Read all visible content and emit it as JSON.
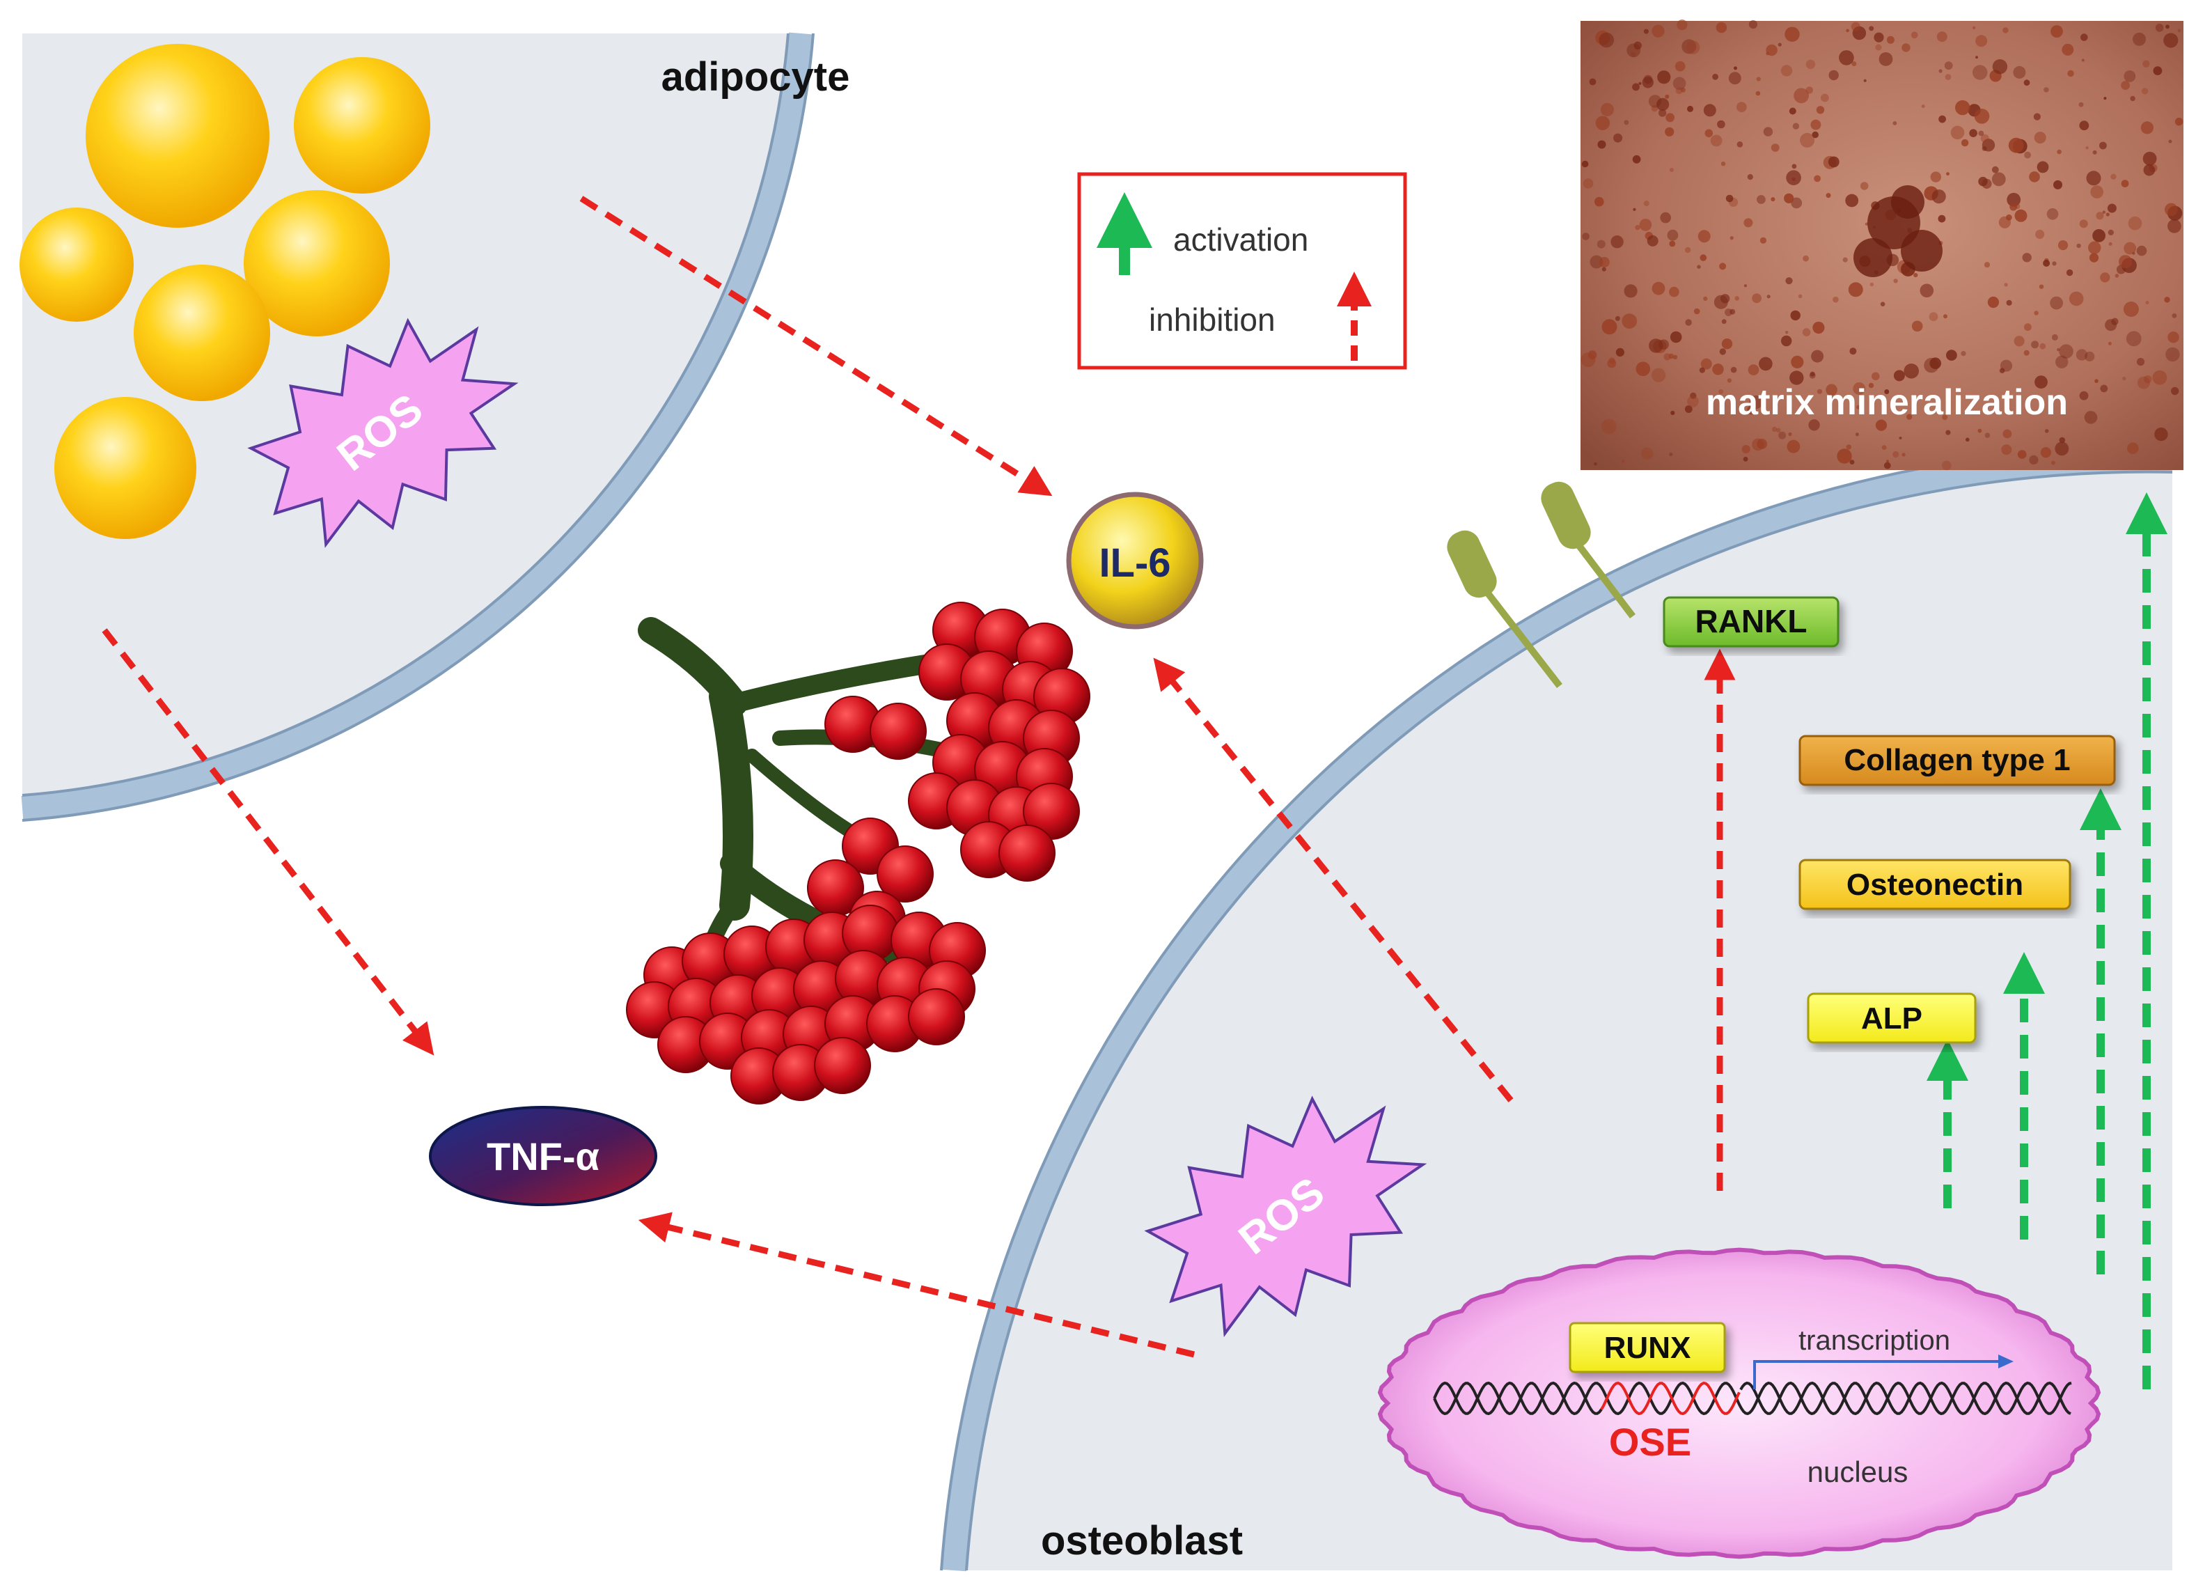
{
  "cells": {
    "adipocyte_label": "adipocyte",
    "osteoblast_label": "osteoblast"
  },
  "legend": {
    "activation": "activation",
    "inhibition": "inhibition",
    "activation_color": "#1db954",
    "inhibition_color": "#e8231f"
  },
  "molecules": {
    "ros": "ROS",
    "il6": "IL-6",
    "tnf": "TNF-α",
    "rankl": "RANKL",
    "collagen": "Collagen type 1",
    "osteonectin": "Osteonectin",
    "alp": "ALP",
    "runx": "RUNX",
    "ose": "OSE",
    "transcription": "transcription",
    "nucleus": "nucleus"
  },
  "micrograph": {
    "caption": "matrix mineralization"
  },
  "colors": {
    "membrane": "#a9c1d9",
    "cytoplasm": "#e6e9ee",
    "lipid": "#f7c310",
    "ros_fill": "#f5a3f0",
    "nucleus_fill": "#f7b8f0",
    "berry": "#c4121d",
    "branch": "#2d4a1c"
  }
}
